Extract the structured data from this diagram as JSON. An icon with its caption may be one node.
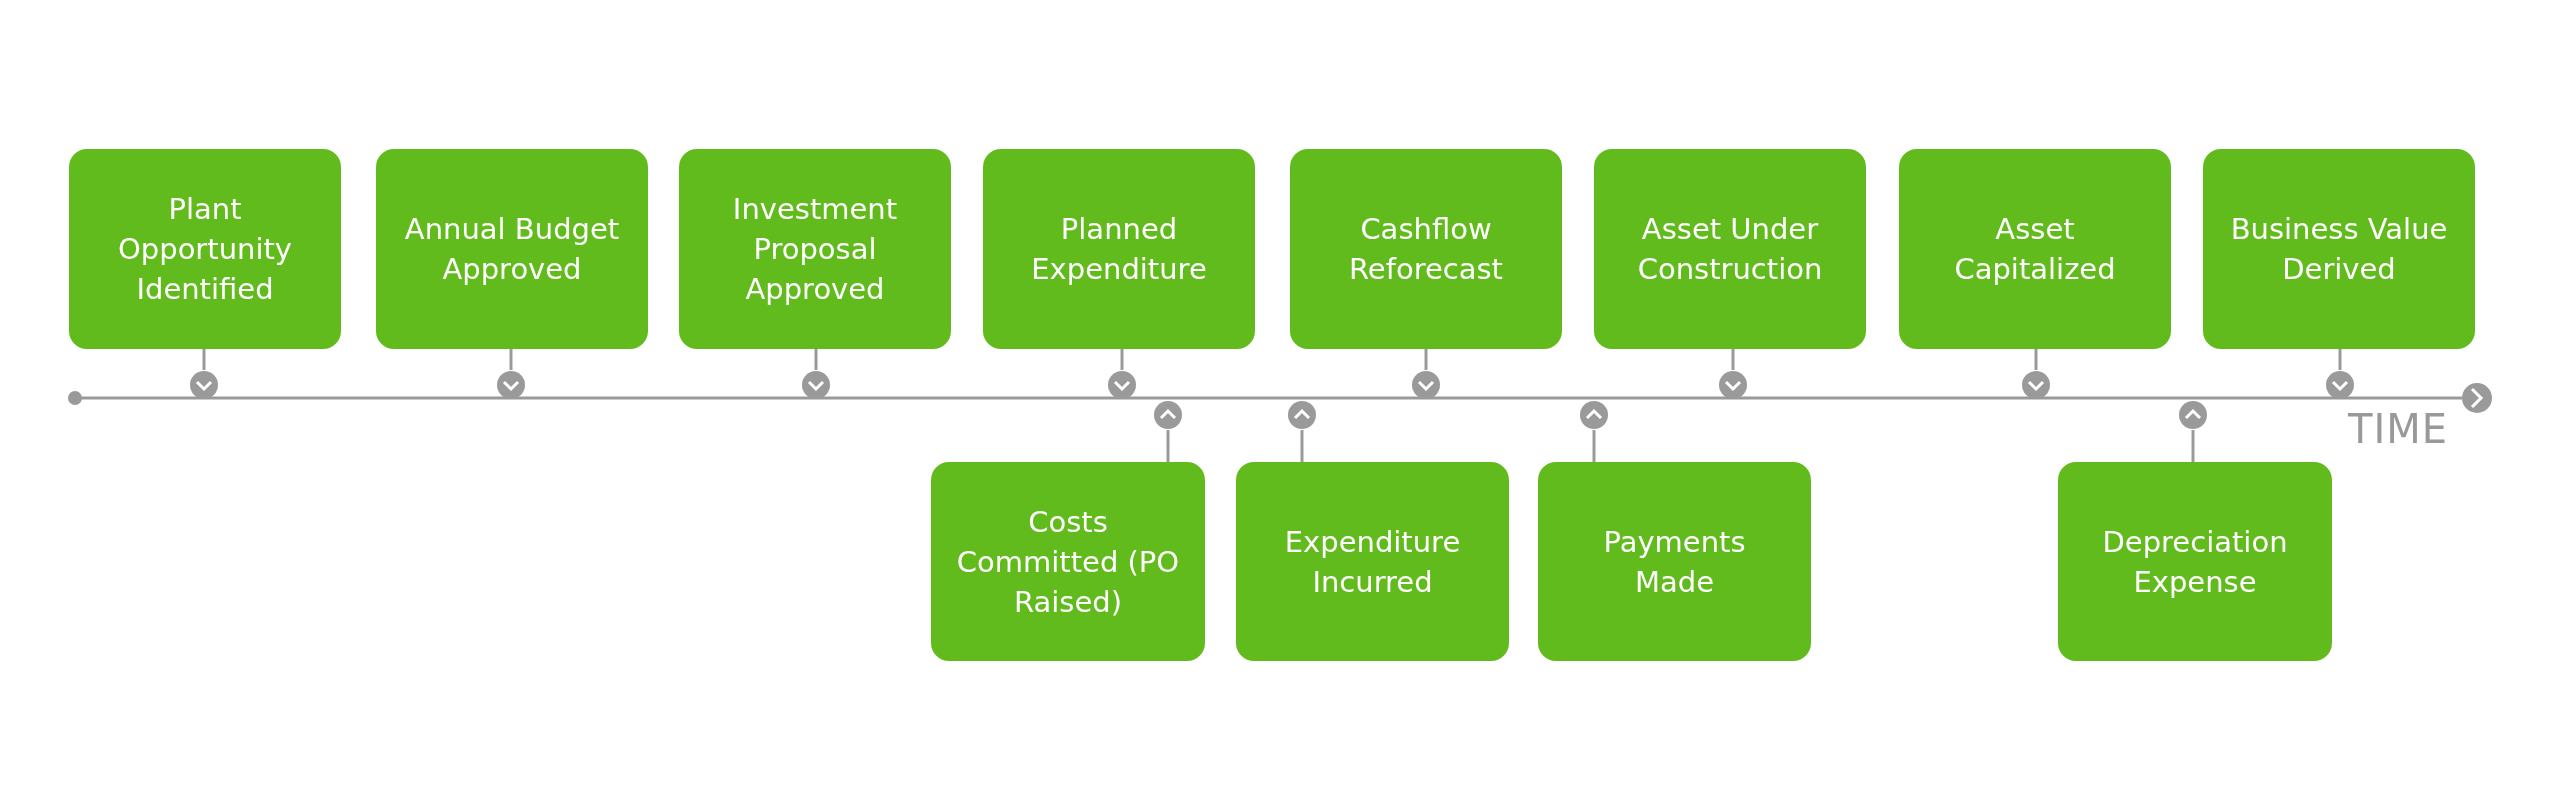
{
  "diagram": {
    "nodes": [
      {
        "text": [
          "Plant Opportunity Identified"
        ]
      },
      {
        "text": [
          "Annual Budget Approved"
        ]
      },
      {
        "text": [
          "Investment Proposal Approved"
        ]
      },
      {
        "text": [
          "Planned Expenditure"
        ]
      },
      {
        "text": [
          "Cashflow Reforecast"
        ]
      },
      {
        "text": [
          "Asset Under Construction"
        ]
      },
      {
        "text": [
          "Asset Capitalized"
        ]
      },
      {
        "text": [
          "Business Value Derived"
        ]
      },
      {
        "text": [
          "Costs Committed (PO Raised)"
        ]
      },
      {
        "text": [
          "Expenditure Incurred"
        ]
      },
      {
        "text": [
          "Payments Made"
        ]
      },
      {
        "text": [
          "Depreciation Expense"
        ]
      }
    ],
    "labels": [
      "TIME"
    ]
  }
}
